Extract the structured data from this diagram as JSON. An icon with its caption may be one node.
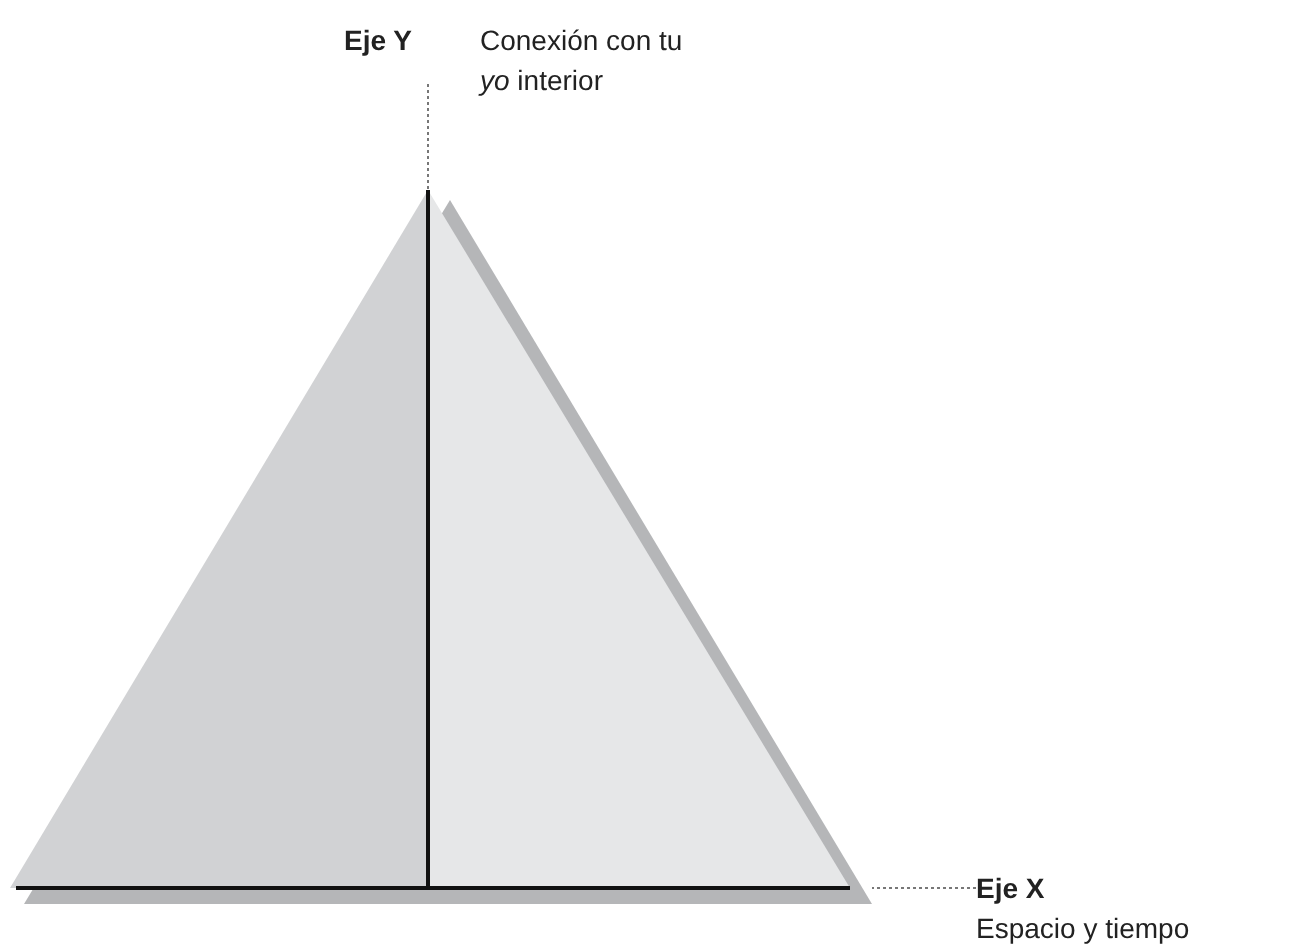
{
  "diagram": {
    "nodes": [
      {
        "text": [
          "Eje Y",
          "Conexión con tu *yo* interior"
        ]
      },
      {
        "text": [],
        "shape": "picture"
      },
      {
        "text": [
          "Eje X",
          "Espacio y tiempo"
        ]
      }
    ],
    "edges": [
      {
        "from": 0,
        "to": 1,
        "arrow": "none",
        "style": "dashed"
      },
      {
        "from": 2,
        "to": 1,
        "arrow": "none",
        "style": "dashed"
      }
    ]
  }
}
